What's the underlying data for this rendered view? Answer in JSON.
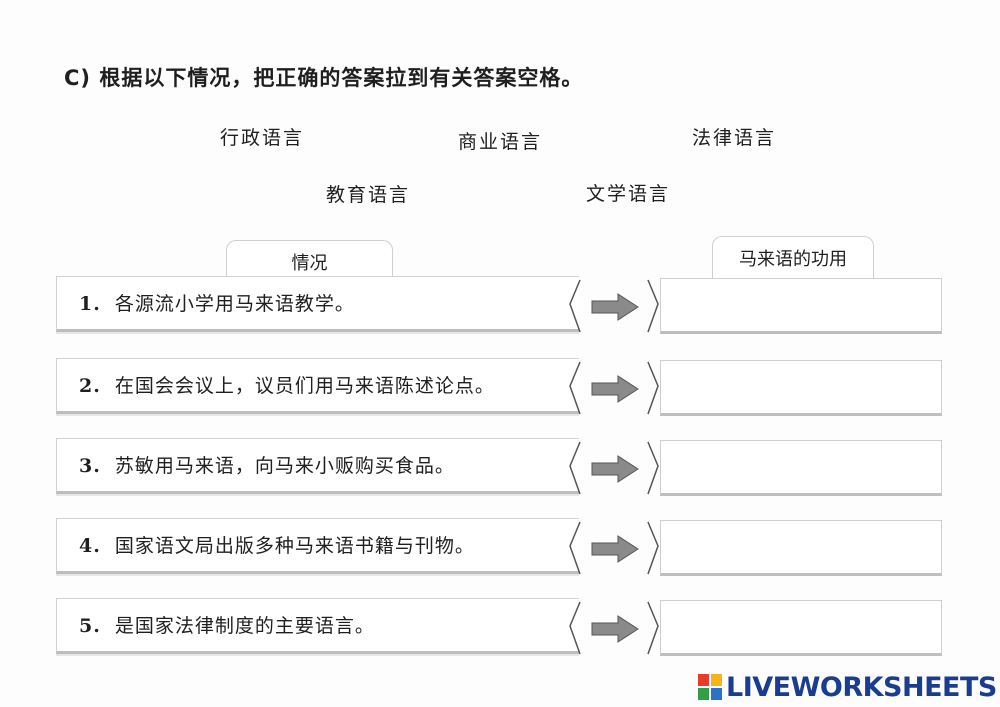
{
  "instruction": "C) 根据以下情况，把正确的答案拉到有关答案空格。",
  "answers": [
    "行政语言",
    "商业语言",
    "法律语言",
    "教育语言",
    "文学语言"
  ],
  "headers": {
    "situation": "情况",
    "function": "马来语的功用"
  },
  "rows": [
    {
      "num": "1.",
      "text": "各源流小学用马来语教学。"
    },
    {
      "num": "2.",
      "text": "在国会会议上，议员们用马来语陈述论点。"
    },
    {
      "num": "3.",
      "text": "苏敏用马来语，向马来小贩购买食品。"
    },
    {
      "num": "4.",
      "text": "国家语文局出版多种马来语书籍与刊物。"
    },
    {
      "num": "5.",
      "text": "是国家法律制度的主要语言。"
    }
  ],
  "logo": {
    "text": "LIVEWORKSHEETS",
    "icon": "liveworksheets-logo-icon"
  },
  "colors": {
    "logo": "#1b3d8f",
    "border": "#cfcfcf",
    "arrow": "#8a8a8a"
  }
}
